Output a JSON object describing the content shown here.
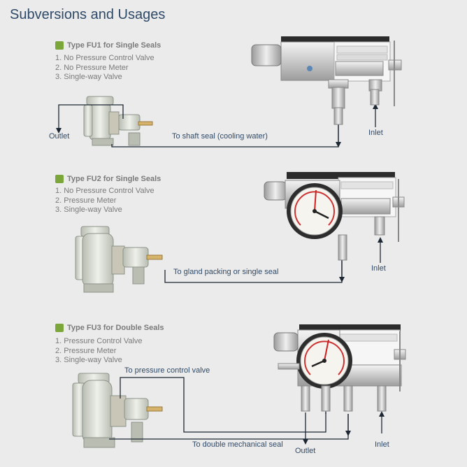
{
  "page_title": "Subversions and Usages",
  "sections": [
    {
      "heading": "Type FU1 for Single Seals",
      "items": [
        "1. No Pressure Control Valve",
        "2. No Pressure Meter",
        "3. Single-way Valve"
      ],
      "labels": {
        "outlet": "Outlet",
        "pipe": "To shaft seal (cooling water)",
        "inlet": "Inlet"
      }
    },
    {
      "heading": "Type FU2 for Single Seals",
      "items": [
        "1. No Pressure Control Valve",
        "2. Pressure Meter",
        "3. Single-way Valve"
      ],
      "labels": {
        "pipe": "To gland packing or single seal",
        "inlet": "Inlet"
      }
    },
    {
      "heading": "Type FU3 for Double Seals",
      "items": [
        "1. Pressure Control Valve",
        "2. Pressure Meter",
        "3. Single-way Valve"
      ],
      "labels": {
        "pressure_valve": "To pressure control valve",
        "pipe": "To double mechanical seal",
        "outlet": "Outlet",
        "inlet": "Inlet"
      }
    }
  ],
  "colors": {
    "accent": "#7aa63a",
    "title": "#2f4a68",
    "background": "#ebebeb"
  }
}
